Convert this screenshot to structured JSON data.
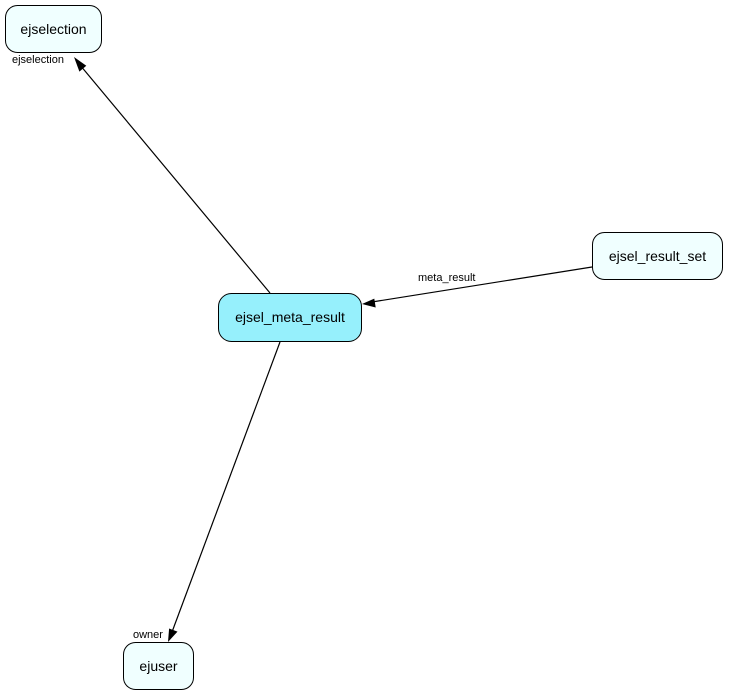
{
  "diagram": {
    "nodes": {
      "ejselection": {
        "label": "ejselection",
        "fill": "#f0ffff"
      },
      "ejsel_meta_result": {
        "label": "ejsel_meta_result",
        "fill": "#96f0fc"
      },
      "ejsel_result_set": {
        "label": "ejsel_result_set",
        "fill": "#f0ffff"
      },
      "ejuser": {
        "label": "ejuser",
        "fill": "#f0ffff"
      }
    },
    "edges": {
      "meta_to_ejselection": {
        "from": "ejsel_meta_result",
        "to": "ejselection",
        "label": "ejselection"
      },
      "result_set_to_meta": {
        "from": "ejsel_result_set",
        "to": "ejsel_meta_result",
        "label": "meta_result"
      },
      "meta_to_ejuser": {
        "from": "ejsel_meta_result",
        "to": "ejuser",
        "label": "owner"
      }
    }
  }
}
